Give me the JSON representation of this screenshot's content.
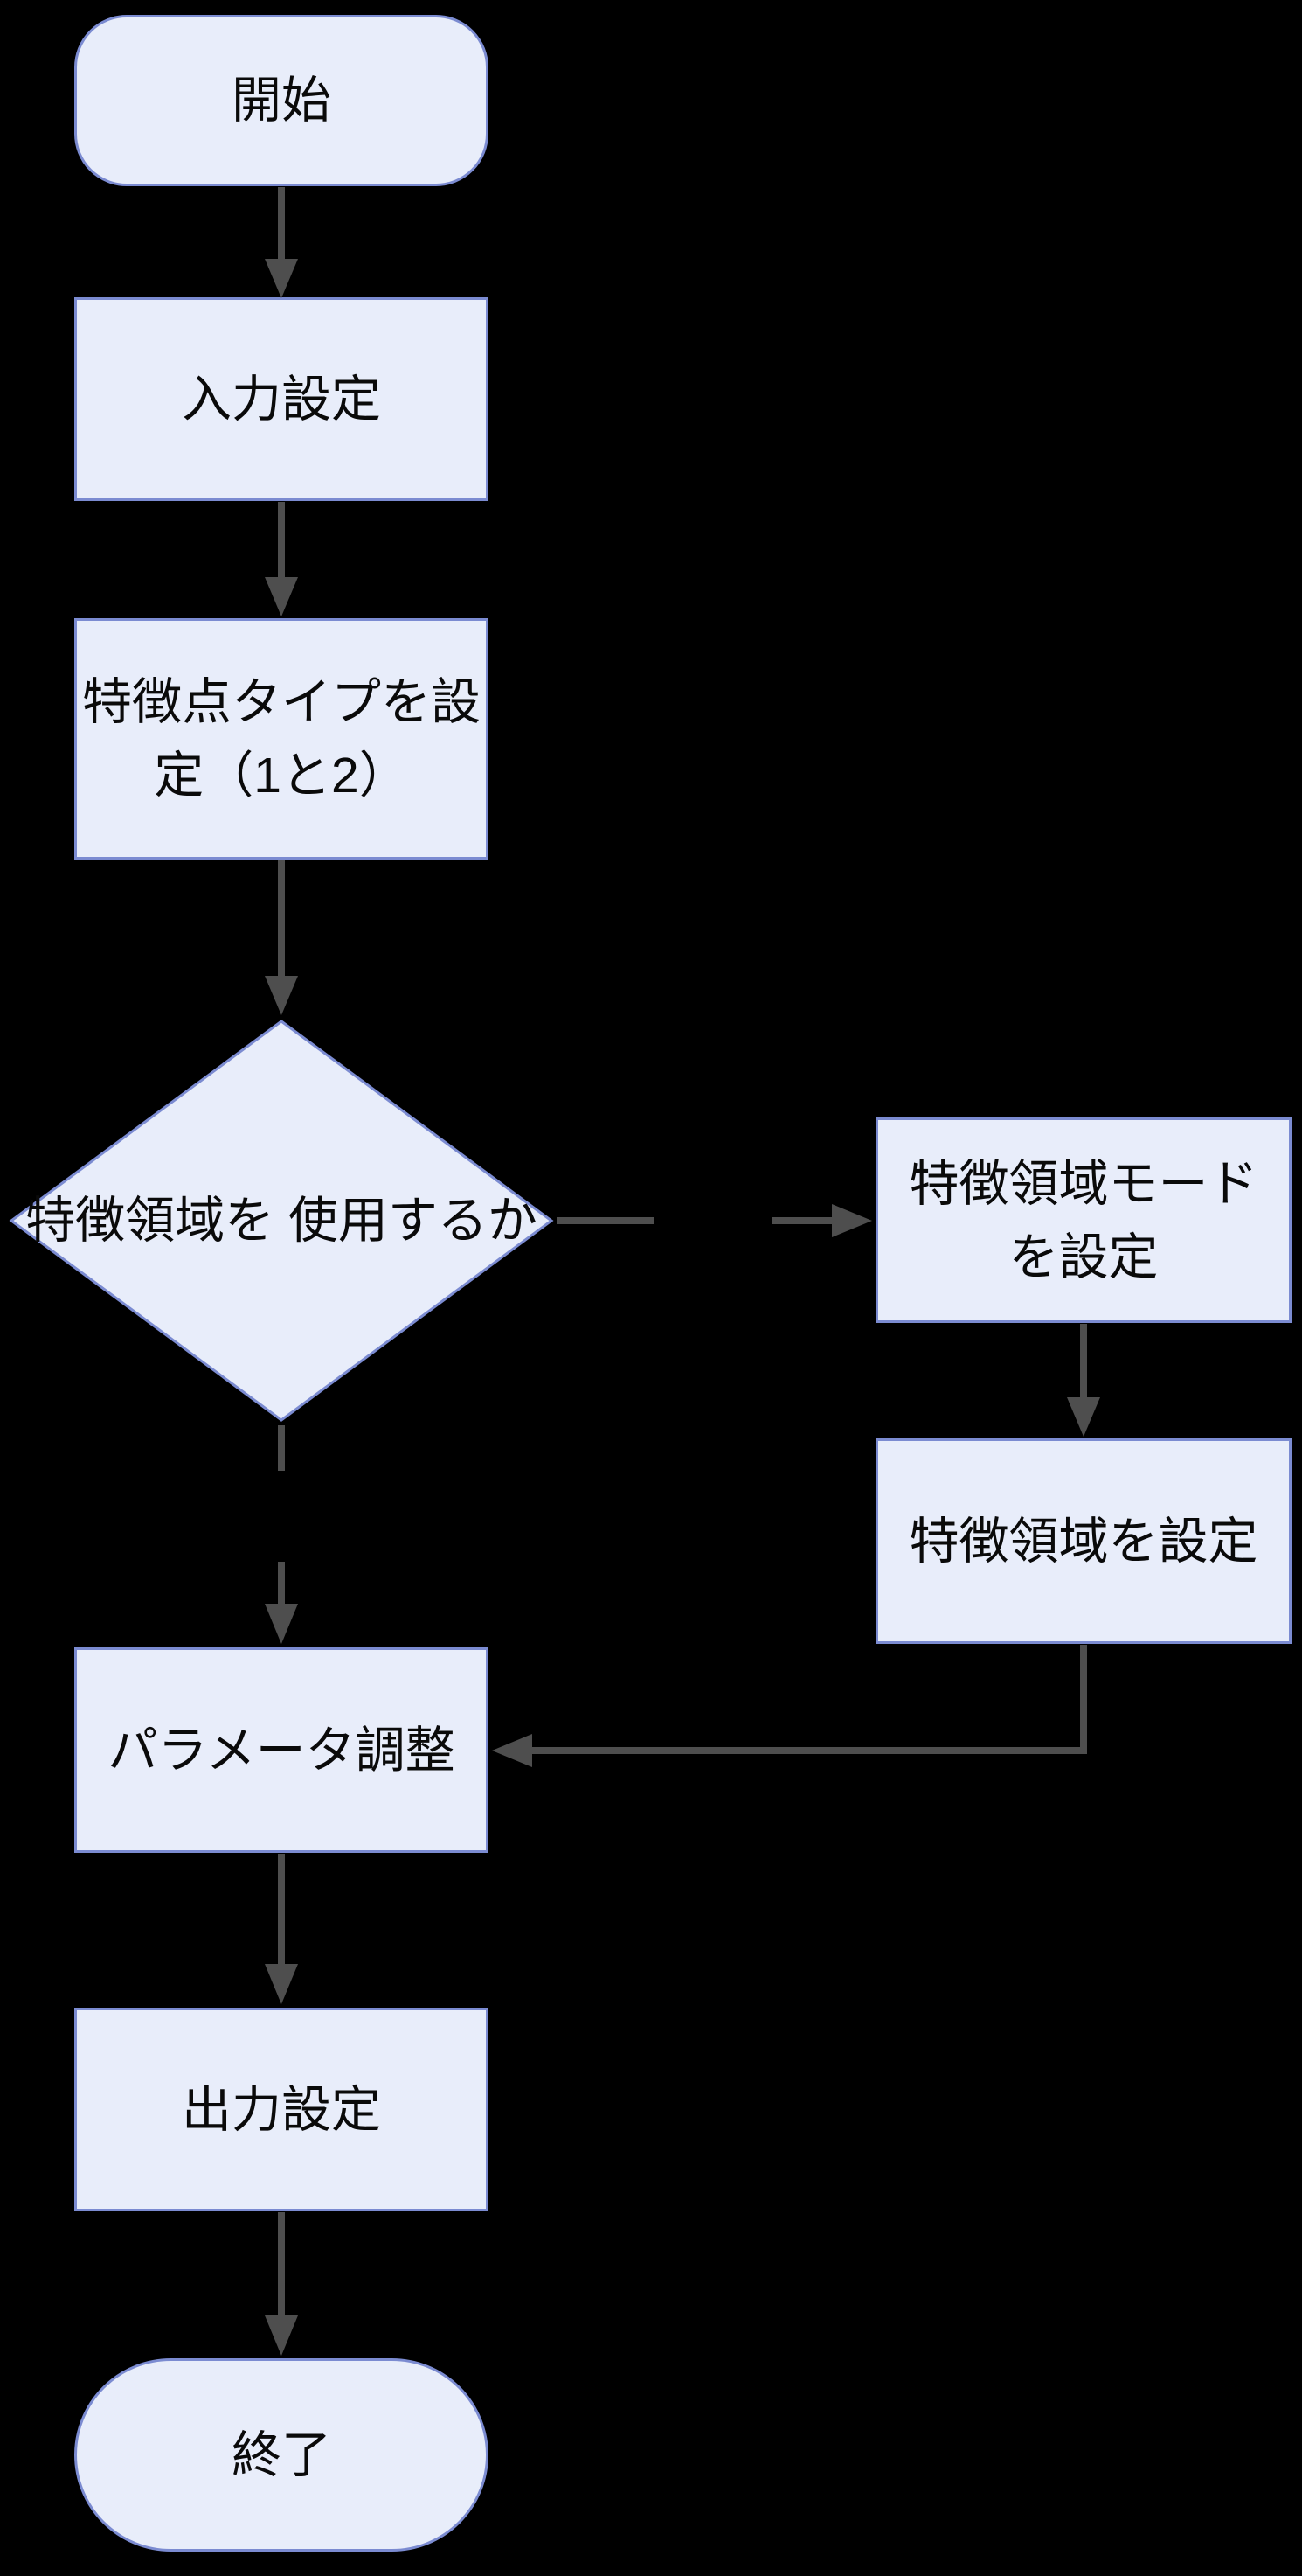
{
  "diagram": {
    "background": "#000000",
    "node_fill": "#E8EDFA",
    "node_border": "#7B8BD1",
    "arrow_color": "#4E4E4E",
    "text_color": "#0A0A0A"
  },
  "nodes": {
    "start": {
      "label": "開始"
    },
    "input_settings": {
      "label": "入力設定"
    },
    "feature_point_type": {
      "lines": [
        "特徴点タイプを設",
        "定（1と2）"
      ]
    },
    "decision_use_feature_region": {
      "lines": [
        "特徴領域を",
        "使用するか"
      ]
    },
    "feature_region_mode": {
      "lines": [
        "特徴領域モード",
        "を設定"
      ]
    },
    "feature_region_set": {
      "label": "特徴領域を設定"
    },
    "parameter_adjust": {
      "label": "パラメータ調整"
    },
    "output_settings": {
      "label": "出力設定"
    },
    "end": {
      "label": "終了"
    }
  },
  "edges": [
    {
      "from": "start",
      "to": "input_settings"
    },
    {
      "from": "input_settings",
      "to": "feature_point_type"
    },
    {
      "from": "feature_point_type",
      "to": "decision_use_feature_region"
    },
    {
      "from": "decision_use_feature_region",
      "to": "feature_region_mode"
    },
    {
      "from": "decision_use_feature_region",
      "to": "parameter_adjust"
    },
    {
      "from": "feature_region_mode",
      "to": "feature_region_set"
    },
    {
      "from": "feature_region_set",
      "to": "parameter_adjust"
    },
    {
      "from": "parameter_adjust",
      "to": "output_settings"
    },
    {
      "from": "output_settings",
      "to": "end"
    }
  ]
}
